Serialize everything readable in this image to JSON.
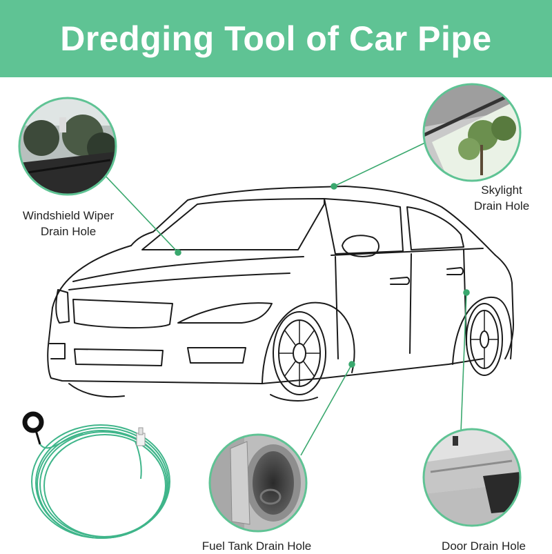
{
  "banner": {
    "title": "Dredging Tool of Car Pipe",
    "color": "#5fc394"
  },
  "callouts": {
    "windshield": {
      "line1": "Windshield Wiper",
      "line2": "Drain Hole"
    },
    "skylight": {
      "line1": "Skylight",
      "line2": "Drain Hole"
    },
    "fuel": {
      "label": "Fuel Tank Drain Hole"
    },
    "door": {
      "label": "Door Drain Hole"
    }
  },
  "colors": {
    "accent": "#5fc394",
    "leader": "#3aa86e",
    "outline": "#1a1a1a",
    "cable": "#3fb58a"
  }
}
